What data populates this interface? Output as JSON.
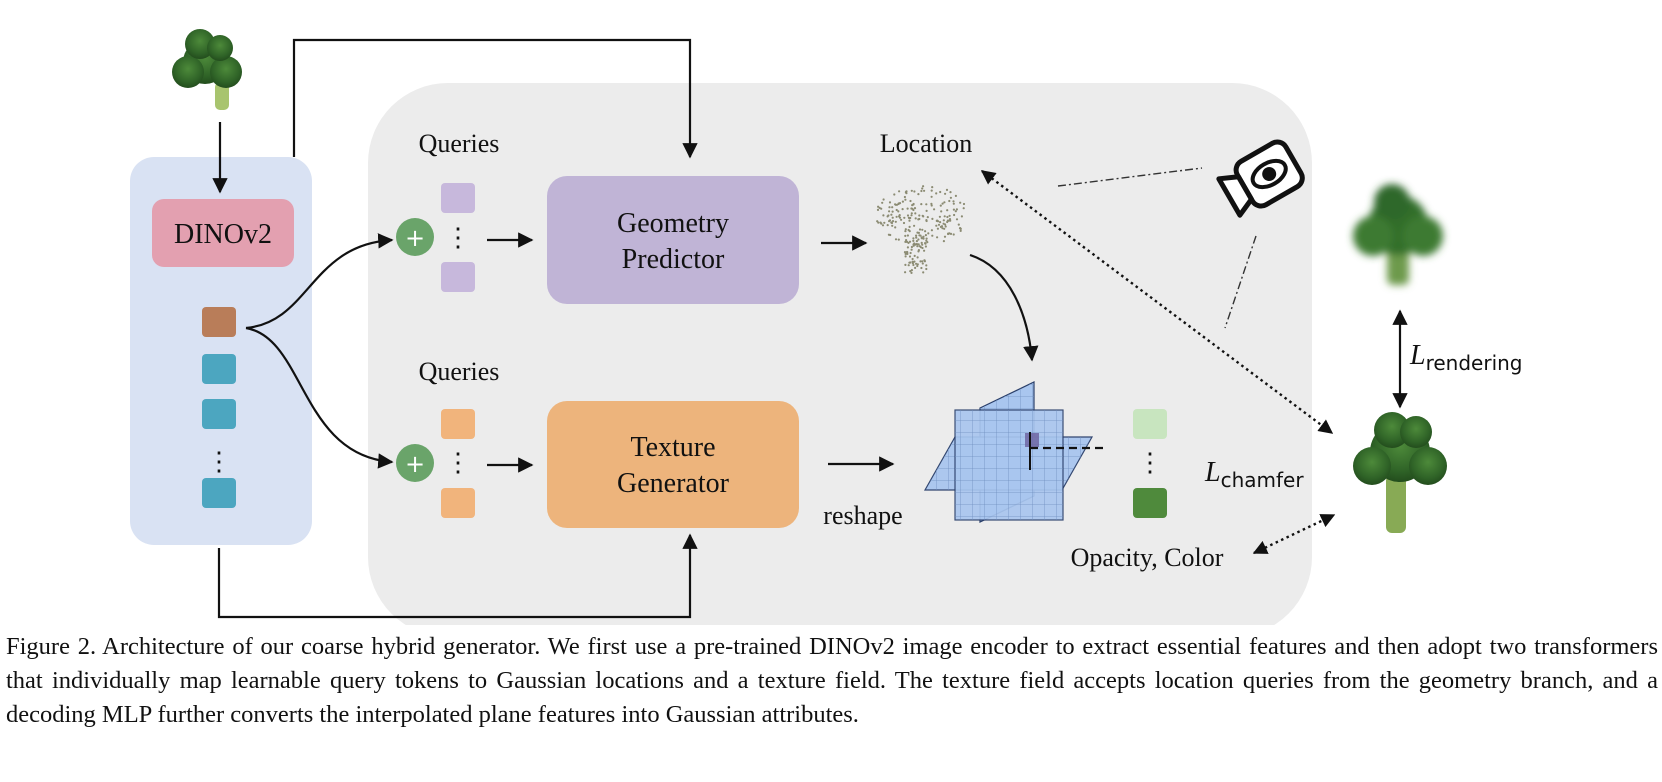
{
  "labels": {
    "dinov2": "DINOv2",
    "queries_top": "Queries",
    "queries_bottom": "Queries",
    "geometry_line1": "Geometry",
    "geometry_line2": "Predictor",
    "texture_line1": "Texture",
    "texture_line2": "Generator",
    "location": "Location",
    "reshape": "reshape",
    "opacity_color": "Opacity, Color",
    "loss_rendering_base": "L",
    "loss_rendering_sub": "rendering",
    "loss_chamfer_base": "L",
    "loss_chamfer_sub": "chamfer",
    "vertical_ellipsis": "⋮",
    "plus": "+"
  },
  "icons": [
    "broccoli-image",
    "camera-eye-icon",
    "point-cloud-image",
    "triplane-icon",
    "plus-icon"
  ],
  "colors": {
    "encoder_panel": "#d9e2f3",
    "transformer_panel": "#ececec",
    "dinov2_box": "#e3a0b0",
    "geometry_box": "#c0b4d6",
    "texture_box": "#edb47c",
    "feature_cls": "#b97d59",
    "feature_patch": "#4ca6c0",
    "plus_circle": "#6aa46a",
    "geo_query": "#c7b8dc",
    "tex_query": "#f1b47c",
    "attr_light": "#c8e5bf",
    "attr_dark": "#4f8a3c",
    "triplane": "#a9c6ef"
  },
  "caption": {
    "figure_label": "Figure 2.",
    "text": "Architecture of our coarse hybrid generator. We first use a pre-trained DINOv2 image encoder to extract essential features and then adopt two transformers that individually map learnable query tokens to Gaussian locations and a texture field. The texture field accepts location queries from the geometry branch, and a decoding MLP further converts the interpolated plane features into Gaussian attributes."
  }
}
